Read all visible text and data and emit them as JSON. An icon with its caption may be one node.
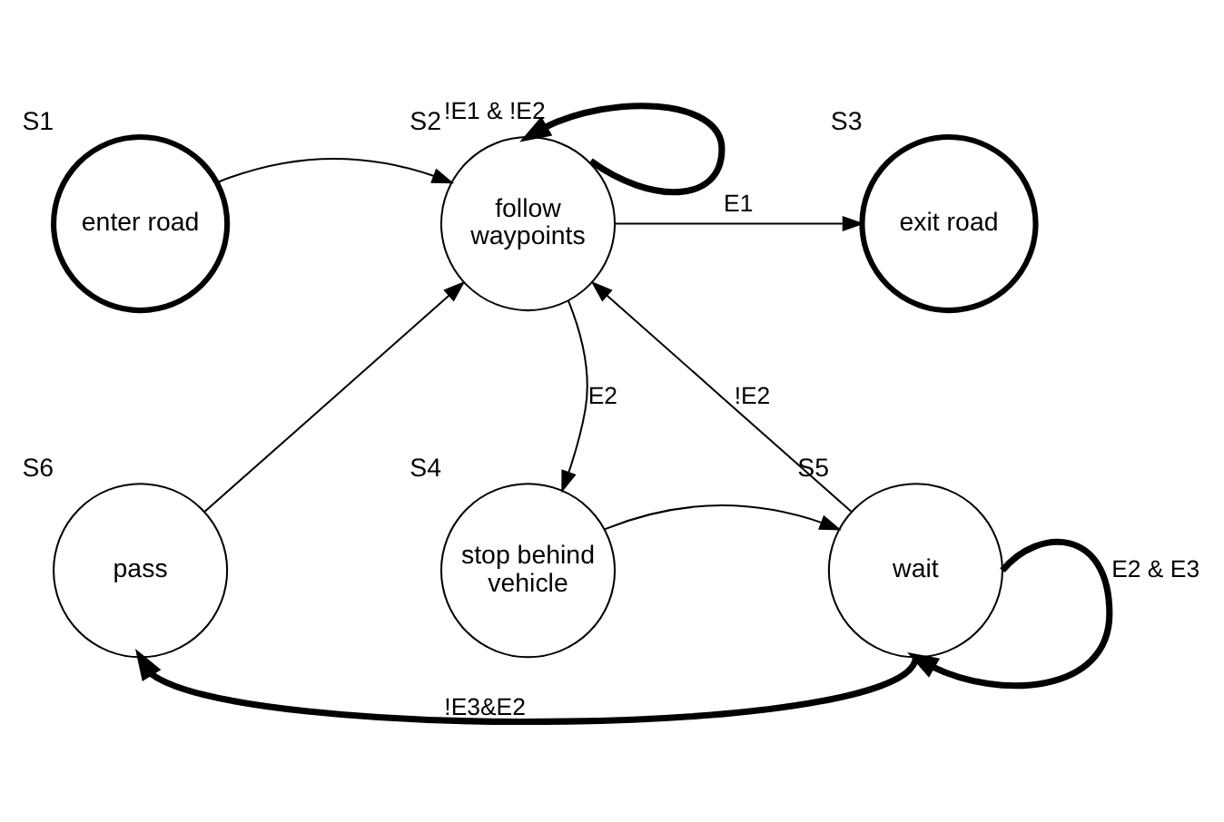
{
  "diagram": {
    "nodes": [
      {
        "text": [
          "enter road"
        ],
        "beside": [
          "S1"
        ]
      },
      {
        "text": [
          "follow waypoints"
        ],
        "beside": [
          "S2"
        ]
      },
      {
        "text": [
          "exit road"
        ],
        "beside": [
          "S3"
        ]
      },
      {
        "text": [
          "pass"
        ],
        "beside": [
          "S6"
        ]
      },
      {
        "text": [
          "stop behind vehicle"
        ],
        "beside": [
          "S4"
        ]
      },
      {
        "text": [
          "wait"
        ],
        "beside": [
          "S5"
        ]
      }
    ],
    "edges": [
      {
        "from": 0,
        "to": 1,
        "arrow": "to"
      },
      {
        "from": 1,
        "to": 1,
        "arrow": "to",
        "label": "!E1 & !E2",
        "style": "thick"
      },
      {
        "from": 1,
        "to": 2,
        "arrow": "to",
        "label": "E1"
      },
      {
        "from": 1,
        "to": 4,
        "arrow": "to",
        "label": "E2"
      },
      {
        "from": 3,
        "to": 1,
        "arrow": "to"
      },
      {
        "from": 5,
        "to": 1,
        "arrow": "to",
        "label": "!E2"
      },
      {
        "from": 4,
        "to": 5,
        "arrow": "to"
      },
      {
        "from": 5,
        "to": 3,
        "arrow": "to",
        "label": "!E3&E2",
        "style": "thick"
      },
      {
        "from": 5,
        "to": 5,
        "arrow": "to",
        "label": "E2 & E3",
        "style": "thick"
      }
    ]
  }
}
